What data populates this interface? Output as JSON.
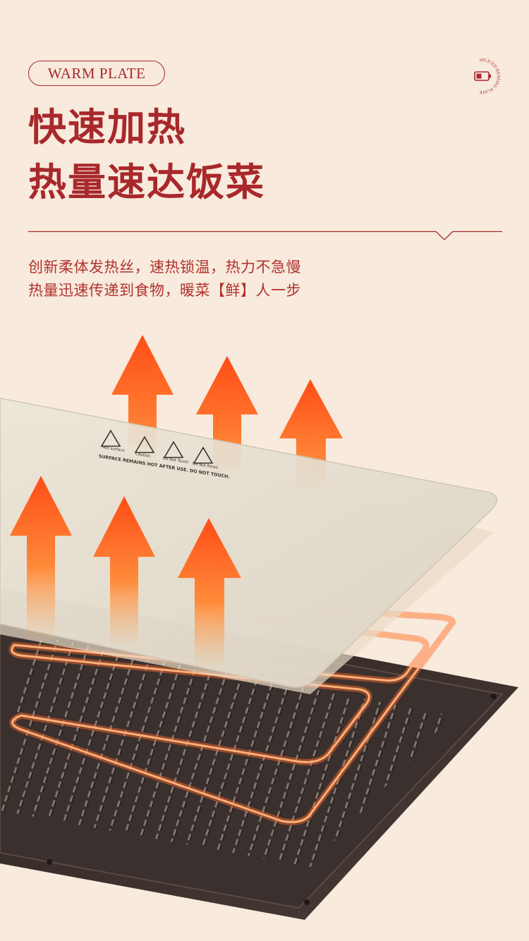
{
  "header": {
    "badge_label": "WARM PLATE",
    "headline_line1": "快速加热",
    "headline_line2": "热量速达饭菜"
  },
  "corner_badge": {
    "arc_text": "SPLICED HEATING PLATE",
    "icon": "battery-icon"
  },
  "description": {
    "line1": "创新柔体发热丝，速热锁温，热力不急慢",
    "line2": "热量迅速传递到食物，暖菜【鲜】人一步"
  },
  "plate_warnings": {
    "labels": [
      "Hot surface",
      "Caution",
      "Do Not Touch",
      "Do Not Rinse"
    ],
    "notice": "SURFACE REMAINS HOT AFTER USE. DO NOT TOUCH."
  },
  "colors": {
    "brand_red": "#a8282b",
    "background": "#f8eadc",
    "arrow_orange": "#ff5a1f",
    "tray_dark": "#3a2e2b",
    "plate_beige": "#e6dfd1"
  }
}
